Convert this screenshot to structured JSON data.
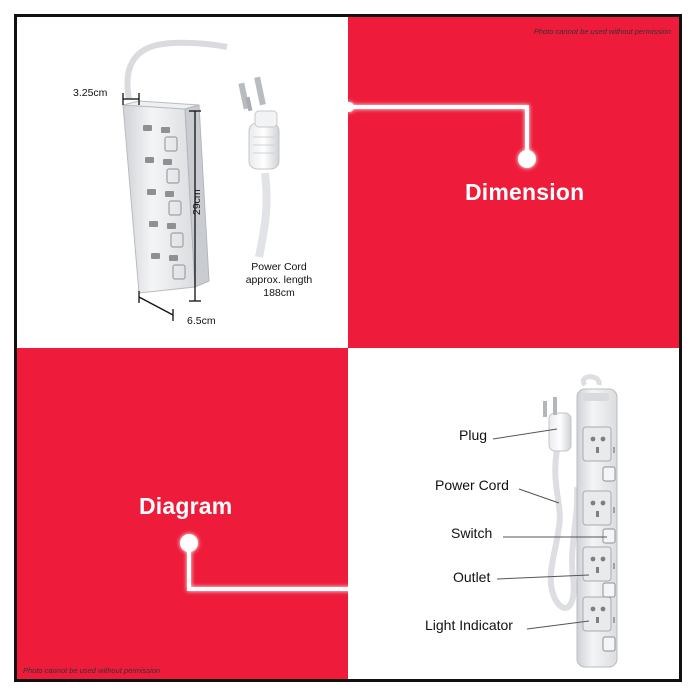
{
  "notices": {
    "top": "Photo cannot be used without permission",
    "bottom": "Photo cannot be used without permission"
  },
  "dimension_section": {
    "title": "Dimension",
    "width_label": "3.25cm",
    "height_label": "29cm",
    "depth_label": "6.5cm",
    "cord_line1": "Power Cord",
    "cord_line2": "approx. length",
    "cord_line3": "188cm"
  },
  "diagram_section": {
    "title": "Diagram",
    "parts": [
      "Plug",
      "Power Cord",
      "Switch",
      "Outlet",
      "Light Indicator"
    ]
  },
  "colors": {
    "accent_red": "#ee1c3a",
    "background": "#ffffff"
  }
}
